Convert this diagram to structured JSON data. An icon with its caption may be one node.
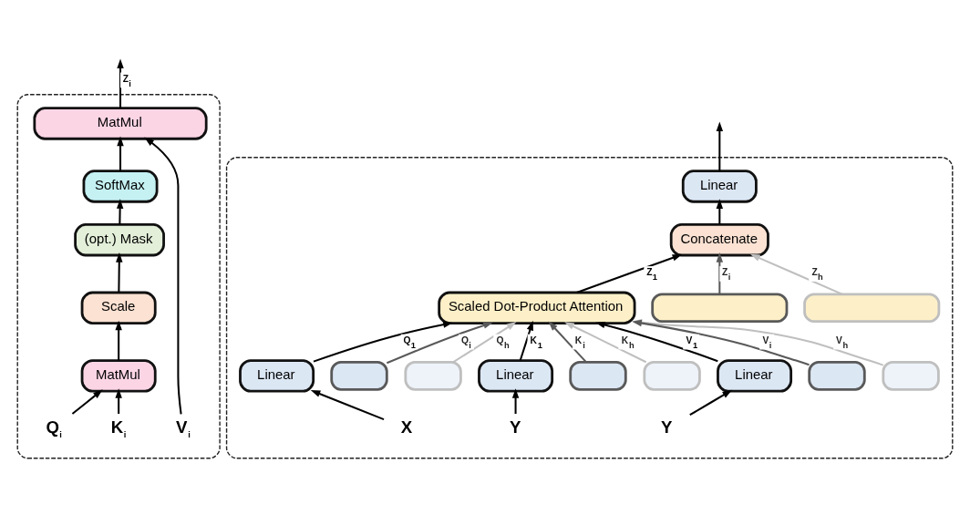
{
  "diagram": {
    "nodes": [
      {
        "text": [],
        "shape": "box"
      },
      {
        "text": [
          "MatMul"
        ],
        "in": 0
      },
      {
        "text": [
          "SoftMax"
        ],
        "in": 0
      },
      {
        "text": [
          "(opt.) Mask"
        ],
        "in": 0
      },
      {
        "text": [
          "Scale"
        ],
        "in": 0
      },
      {
        "text": [
          "MatMul"
        ],
        "in": 0
      },
      {
        "text": [
          "Q$_{i}$"
        ],
        "in": 0
      },
      {
        "text": [
          "K$_{i}$"
        ],
        "in": 0
      },
      {
        "text": [
          "V$_{i}$"
        ],
        "in": 0
      },
      {
        "text": [],
        "shape": "box"
      },
      {
        "text": [
          "Linear"
        ],
        "in": 9
      },
      {
        "text": [
          "Concatenate"
        ],
        "in": 9
      },
      {
        "text": [],
        "shape": "box",
        "in": 9
      },
      {
        "text": [],
        "shape": "box",
        "in": 9
      },
      {
        "text": [
          "Scaled Dot-Product Attention"
        ],
        "in": 9
      },
      {
        "text": [],
        "shape": "box",
        "in": 9
      },
      {
        "text": [],
        "shape": "box",
        "in": 9
      },
      {
        "text": [
          "Linear"
        ],
        "in": 9
      },
      {
        "text": [],
        "shape": "box",
        "in": 9
      },
      {
        "text": [],
        "shape": "box",
        "in": 9
      },
      {
        "text": [
          "Linear"
        ],
        "in": 9
      },
      {
        "text": [],
        "shape": "box",
        "in": 9
      },
      {
        "text": [],
        "shape": "box",
        "in": 9
      },
      {
        "text": [
          "Linear"
        ],
        "in": 9
      },
      {
        "text": [
          "X"
        ],
        "in": 9
      },
      {
        "text": [
          "Y"
        ],
        "in": 9
      },
      {
        "text": [
          "Y"
        ],
        "in": 9
      }
    ],
    "edges": [
      {
        "from": 1,
        "to": null,
        "arrow": "to",
        "label": "Z$_{i}$"
      },
      {
        "from": 2,
        "to": 1,
        "arrow": "to"
      },
      {
        "from": 3,
        "to": 2,
        "arrow": "to"
      },
      {
        "from": 4,
        "to": 3,
        "arrow": "to"
      },
      {
        "from": 5,
        "to": 4,
        "arrow": "to"
      },
      {
        "from": 6,
        "to": 5,
        "arrow": "to"
      },
      {
        "from": 7,
        "to": 5,
        "arrow": "to"
      },
      {
        "from": 8,
        "to": 1,
        "arrow": "to"
      },
      {
        "from": 10,
        "to": null,
        "arrow": "to"
      },
      {
        "from": 11,
        "to": 10,
        "arrow": "to"
      },
      {
        "from": 14,
        "to": 11,
        "arrow": "to",
        "label": "Z$_{1}$"
      },
      {
        "from": 13,
        "to": 11,
        "arrow": "to",
        "label": "Z$_{i}$",
        "color": "#595959"
      },
      {
        "from": 12,
        "to": 11,
        "arrow": "to",
        "label": "Z$_{h}$",
        "color": "#bfbfbf"
      },
      {
        "from": 17,
        "to": 14,
        "arrow": "to",
        "label": "Q$_{1}$"
      },
      {
        "from": 16,
        "to": 14,
        "arrow": "to",
        "label": "Q$_{i}$",
        "color": "#595959"
      },
      {
        "from": 15,
        "to": 14,
        "arrow": "to",
        "label": "Q$_{h}$",
        "color": "#bfbfbf"
      },
      {
        "from": 20,
        "to": 14,
        "arrow": "to",
        "label": "K$_{1}$"
      },
      {
        "from": 19,
        "to": 14,
        "arrow": "to",
        "label": "K$_{i}$",
        "color": "#595959"
      },
      {
        "from": 18,
        "to": 14,
        "arrow": "to",
        "label": "K$_{h}$",
        "color": "#bfbfbf"
      },
      {
        "from": 23,
        "to": 14,
        "arrow": "to",
        "label": "V$_{1}$"
      },
      {
        "from": 22,
        "to": 14,
        "arrow": "to",
        "label": "V$_{i}$",
        "color": "#595959"
      },
      {
        "from": 21,
        "to": 14,
        "arrow": "to",
        "label": "V$_{h}$",
        "color": "#bfbfbf"
      },
      {
        "from": 24,
        "to": 17,
        "arrow": "to"
      },
      {
        "from": 25,
        "to": 20,
        "arrow": "to"
      },
      {
        "from": 26,
        "to": 23,
        "arrow": "to"
      }
    ]
  }
}
